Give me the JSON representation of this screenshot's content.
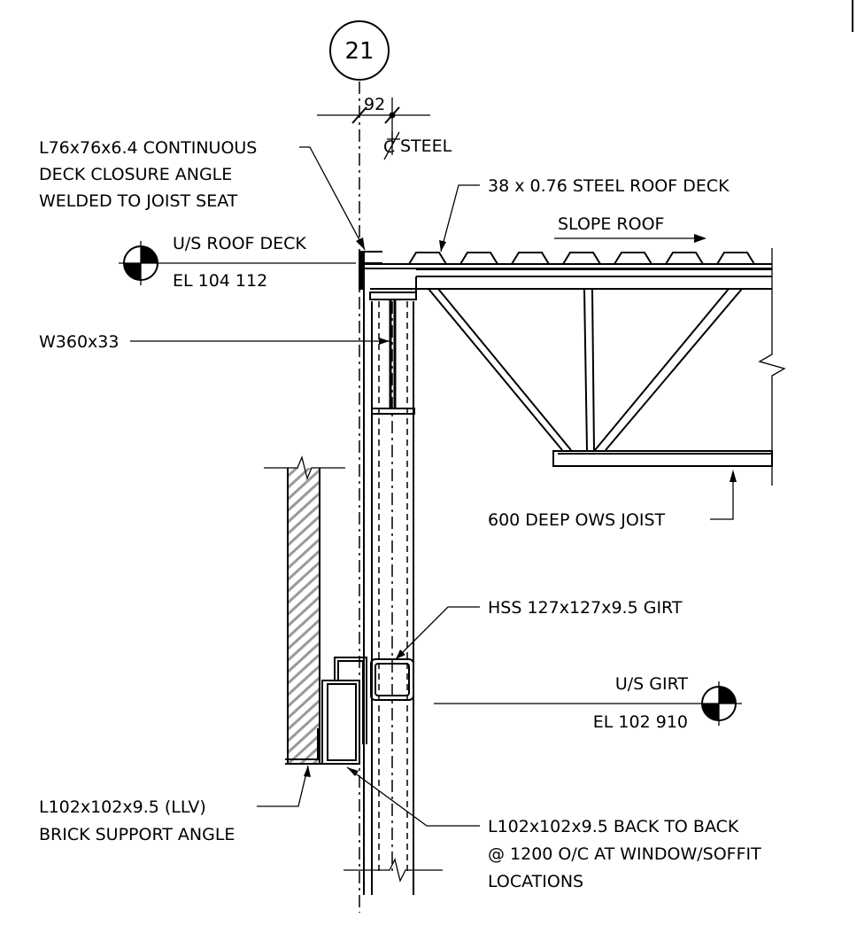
{
  "grid": {
    "number": "21"
  },
  "dimension": {
    "value": "92"
  },
  "centerline": {
    "text": "STEEL"
  },
  "closure_angle": {
    "line1": "L76x76x6.4 CONTINUOUS",
    "line2": "DECK CLOSURE ANGLE",
    "line3": "WELDED TO JOIST SEAT"
  },
  "roof_deck": {
    "label": "38 x 0.76 STEEL ROOF DECK"
  },
  "slope": {
    "label": "SLOPE ROOF"
  },
  "roof_elevation": {
    "top": "U/S ROOF DECK",
    "bottom": "EL 104 112"
  },
  "beam": {
    "label": "W360x33"
  },
  "joist": {
    "label": "600 DEEP OWS JOIST"
  },
  "girt": {
    "label": "HSS 127x127x9.5 GIRT"
  },
  "girt_elevation": {
    "top": "U/S GIRT",
    "bottom": "EL 102 910"
  },
  "brick_angle": {
    "line1": "L102x102x9.5 (LLV)",
    "line2": "BRICK SUPPORT ANGLE"
  },
  "back_to_back": {
    "line1": "L102x102x9.5 BACK TO BACK",
    "line2": "@ 1200 O/C AT WINDOW/SOFFIT",
    "line3": "LOCATIONS"
  }
}
